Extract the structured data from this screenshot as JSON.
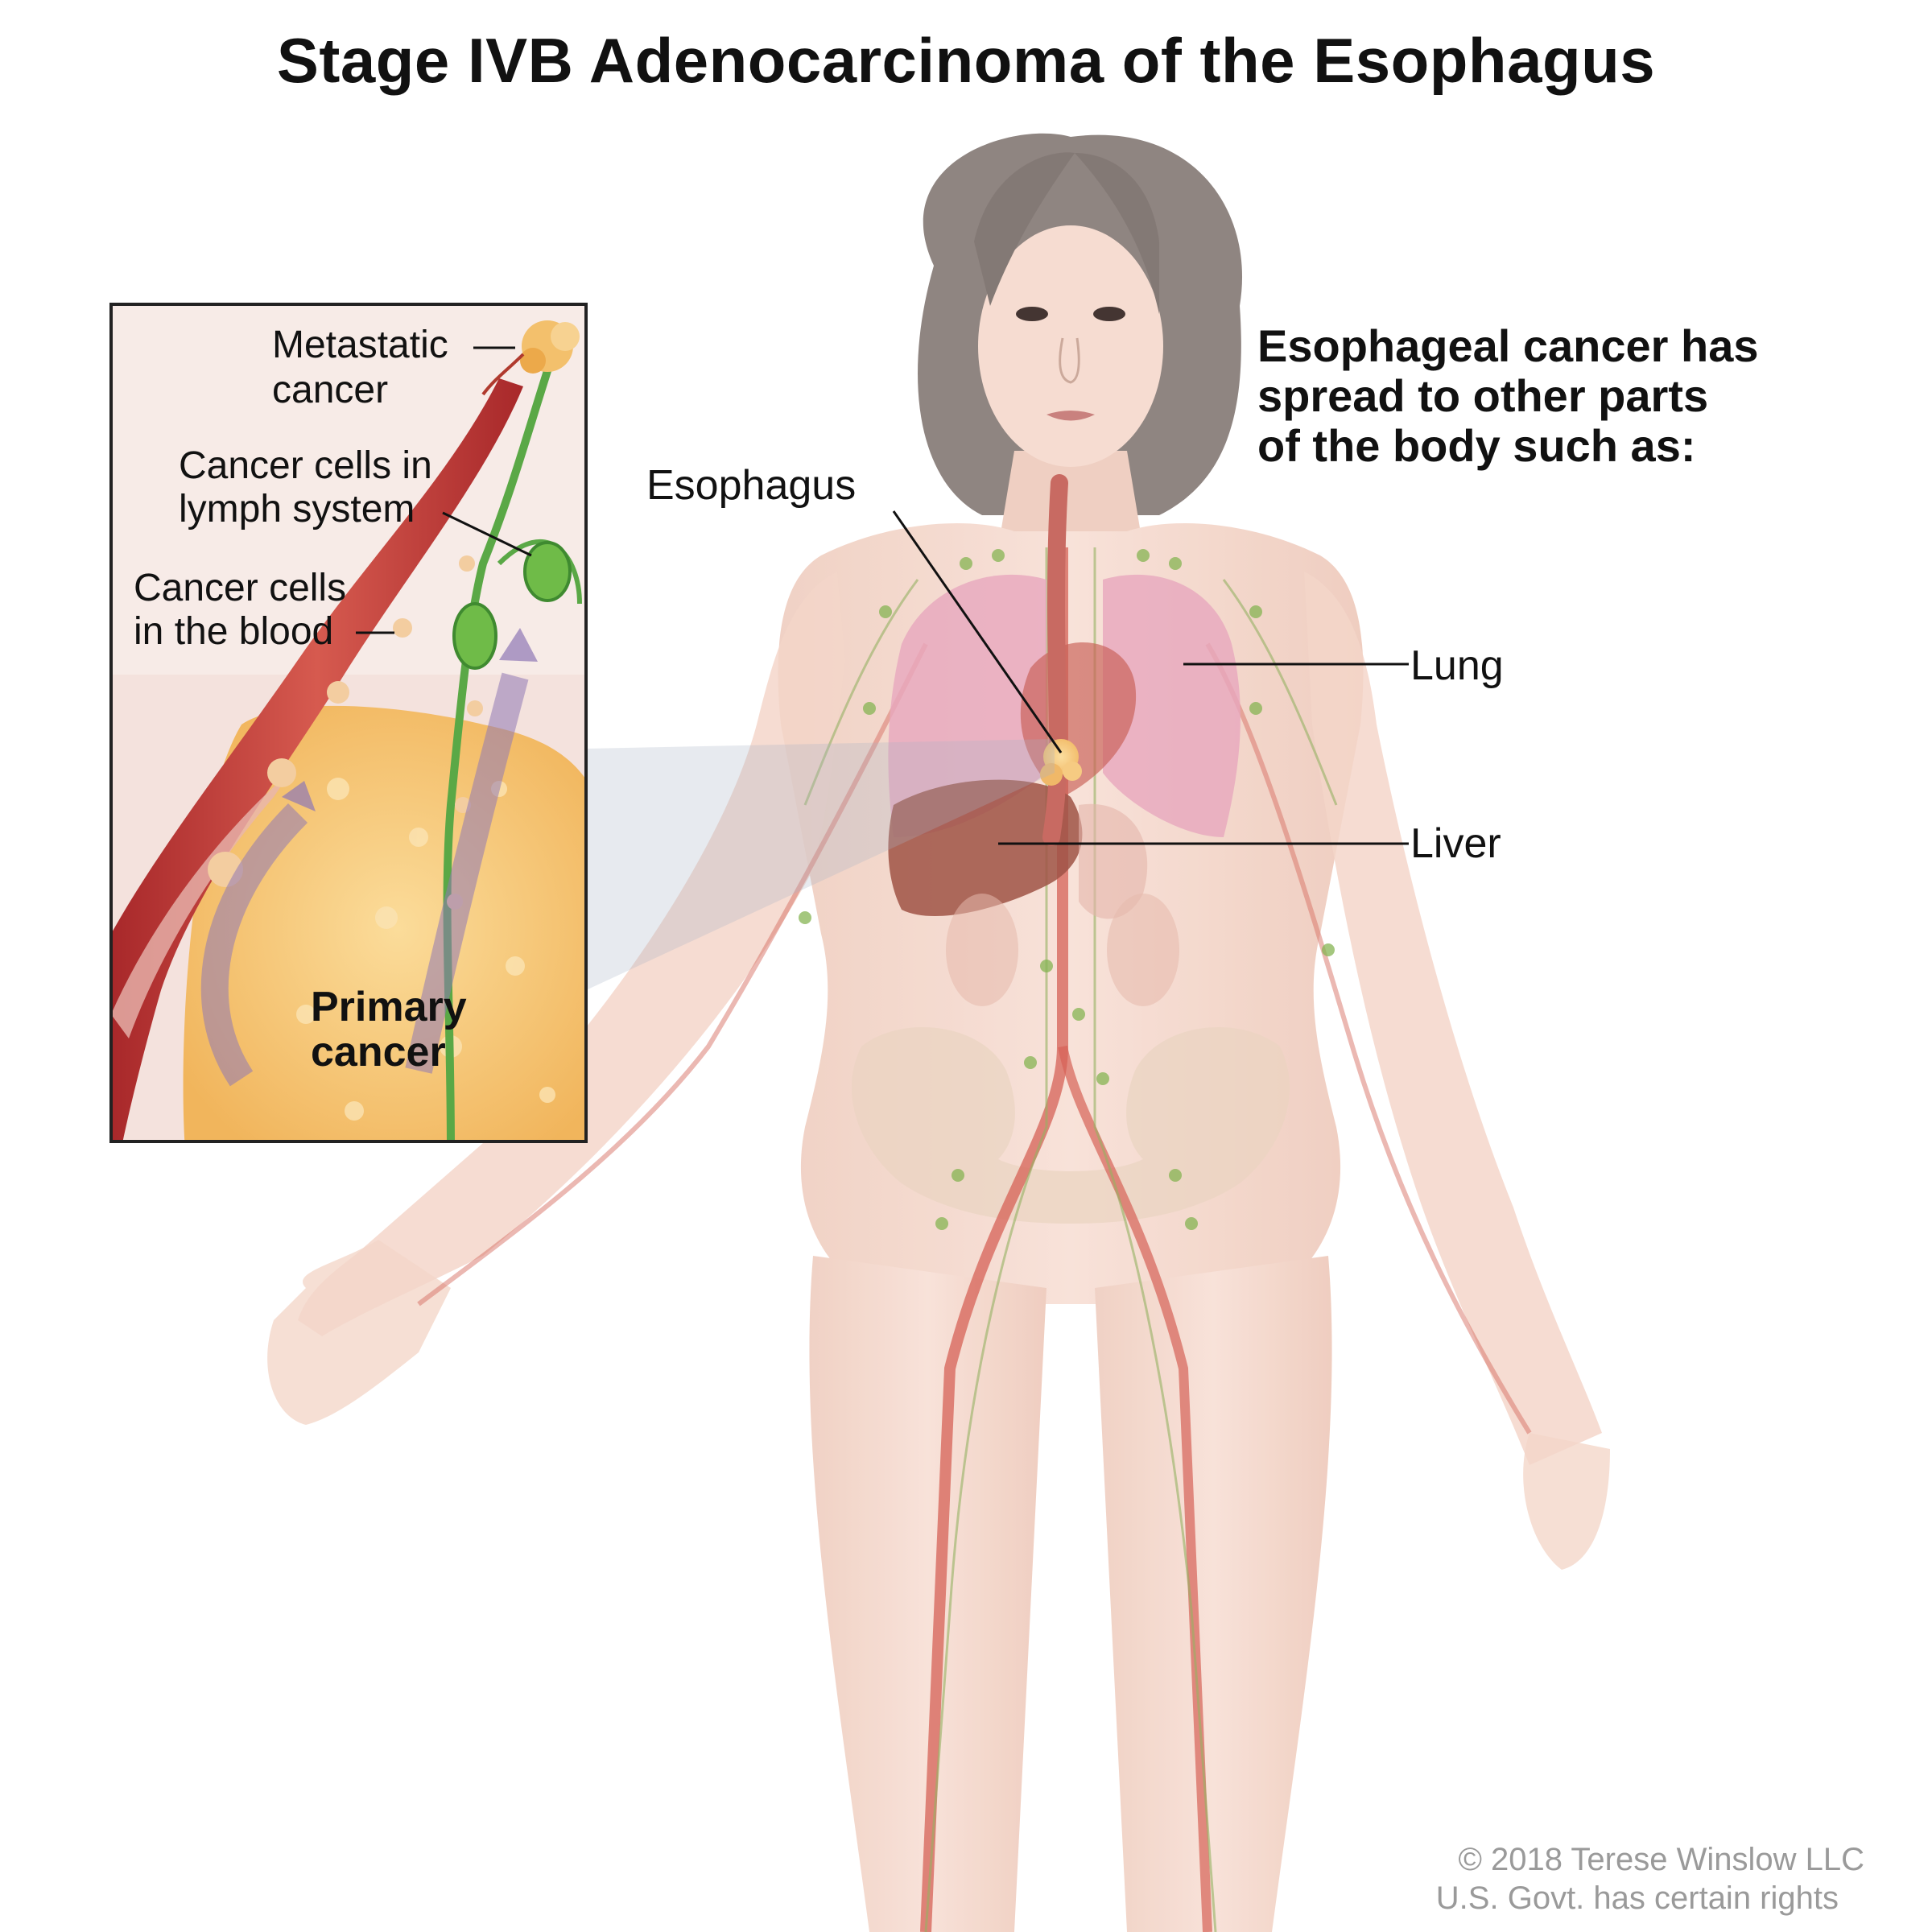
{
  "title": "Stage IVB Adenocarcinoma of the Esophagus",
  "callout": {
    "line1": "Esophageal cancer has",
    "line2": "spread to other parts",
    "line3": "of the body such as:"
  },
  "labels": {
    "esophagus": "Esophagus",
    "lung": "Lung",
    "liver": "Liver"
  },
  "inset": {
    "metastatic_line1": "Metastatic",
    "metastatic_line2": "cancer",
    "lymph_line1": "Cancer cells in",
    "lymph_line2": "lymph system",
    "blood_line1": "Cancer cells",
    "blood_line2": "in the blood",
    "primary_line1": "Primary",
    "primary_line2": "cancer"
  },
  "copyright": {
    "line1": "© 2018 Terese Winslow LLC",
    "line2": "U.S. Govt. has certain rights"
  },
  "colors": {
    "skin": "#f3d6c9",
    "lung": "#e7a9bf",
    "liver": "#9c4a3e",
    "vessel_red": "#c0392b",
    "lymph_green": "#4caf50",
    "tumor": "#f2b95e"
  }
}
